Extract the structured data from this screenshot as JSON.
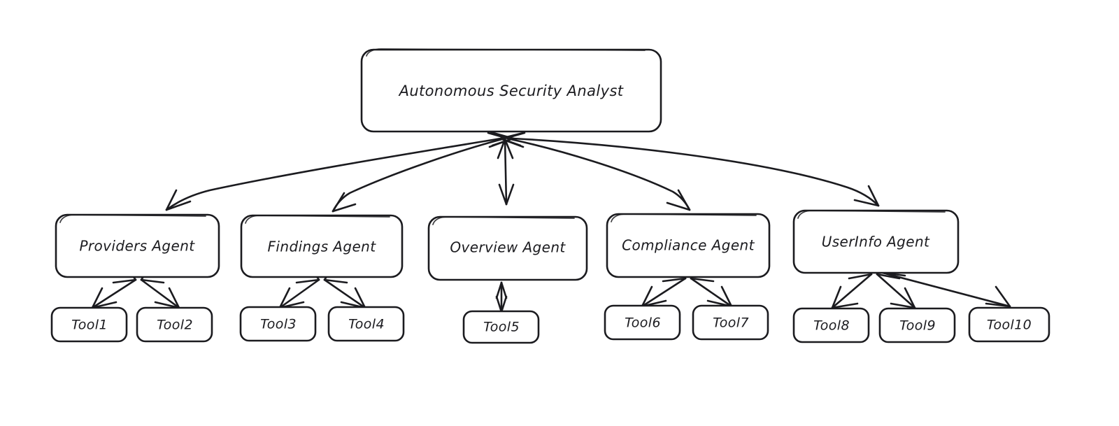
{
  "diagram": {
    "title": "Autonomous Security Analyst agent hierarchy",
    "style": "hand-drawn",
    "background_color": "#ffffff",
    "stroke_color": "#1b1b1f",
    "node_fill": "#ffffff",
    "root": {
      "label": "Autonomous Security Analyst"
    },
    "agents": [
      {
        "id": "providers",
        "label": "Providers Agent"
      },
      {
        "id": "findings",
        "label": "Findings Agent"
      },
      {
        "id": "overview",
        "label": "Overview Agent"
      },
      {
        "id": "compliance",
        "label": "Compliance Agent"
      },
      {
        "id": "userinfo",
        "label": "UserInfo Agent"
      }
    ],
    "tools": [
      {
        "id": "tool1",
        "label": "Tool1",
        "parent": "providers"
      },
      {
        "id": "tool2",
        "label": "Tool2",
        "parent": "providers"
      },
      {
        "id": "tool3",
        "label": "Tool3",
        "parent": "findings"
      },
      {
        "id": "tool4",
        "label": "Tool4",
        "parent": "findings"
      },
      {
        "id": "tool5",
        "label": "Tool5",
        "parent": "overview"
      },
      {
        "id": "tool6",
        "label": "Tool6",
        "parent": "compliance"
      },
      {
        "id": "tool7",
        "label": "Tool7",
        "parent": "compliance"
      },
      {
        "id": "tool8",
        "label": "Tool8",
        "parent": "userinfo"
      },
      {
        "id": "tool9",
        "label": "Tool9",
        "parent": "userinfo"
      },
      {
        "id": "tool10",
        "label": "Tool10",
        "parent": "userinfo"
      }
    ],
    "edges": [
      {
        "from": "root",
        "to": "providers",
        "arrow": "both"
      },
      {
        "from": "root",
        "to": "findings",
        "arrow": "both"
      },
      {
        "from": "root",
        "to": "overview",
        "arrow": "both"
      },
      {
        "from": "root",
        "to": "compliance",
        "arrow": "both"
      },
      {
        "from": "root",
        "to": "userinfo",
        "arrow": "both"
      },
      {
        "from": "providers",
        "to": "tool1",
        "arrow": "both"
      },
      {
        "from": "providers",
        "to": "tool2",
        "arrow": "both"
      },
      {
        "from": "findings",
        "to": "tool3",
        "arrow": "both"
      },
      {
        "from": "findings",
        "to": "tool4",
        "arrow": "both"
      },
      {
        "from": "overview",
        "to": "tool5",
        "arrow": "both"
      },
      {
        "from": "compliance",
        "to": "tool6",
        "arrow": "both"
      },
      {
        "from": "compliance",
        "to": "tool7",
        "arrow": "both"
      },
      {
        "from": "userinfo",
        "to": "tool8",
        "arrow": "both"
      },
      {
        "from": "userinfo",
        "to": "tool9",
        "arrow": "both"
      },
      {
        "from": "userinfo",
        "to": "tool10",
        "arrow": "both"
      }
    ]
  }
}
